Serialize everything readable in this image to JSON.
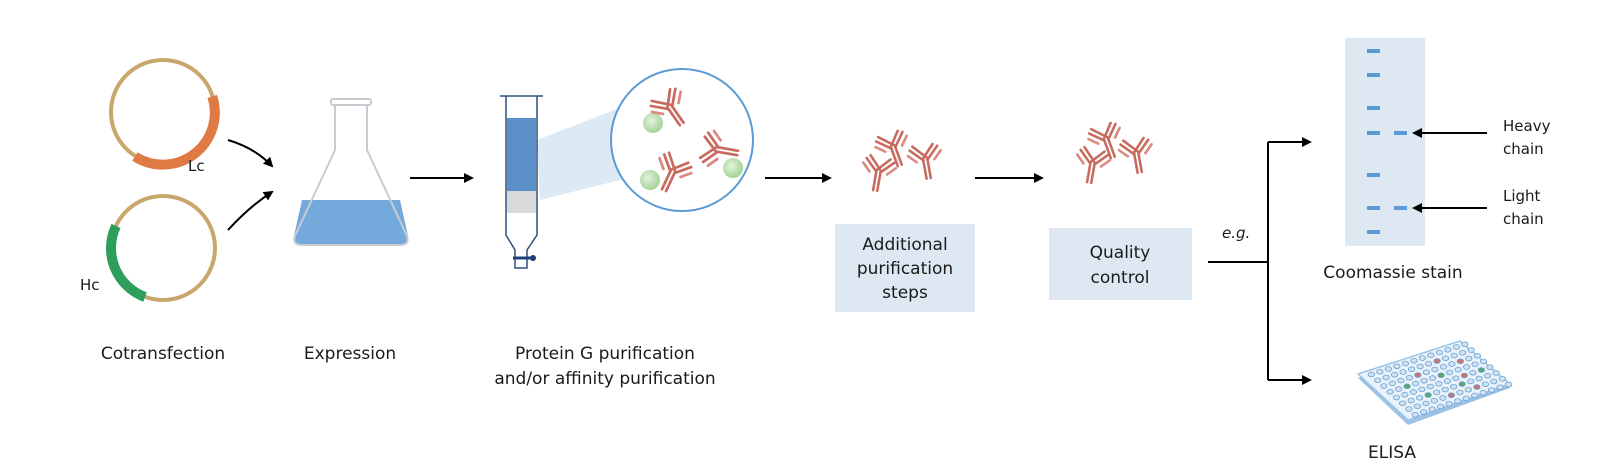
{
  "steps": {
    "cotransfection": "Cotransfection",
    "expression": "Expression",
    "protein_g_line1": "Protein G purification",
    "protein_g_line2": "and/or affinity purification",
    "additional_line1": "Additional",
    "additional_line2": "purification",
    "additional_line3": "steps",
    "qc_line1": "Quality",
    "qc_line2": "control",
    "eg": "e.g.",
    "coomassie": "Coomassie stain",
    "elisa": "ELISA"
  },
  "plasmids": {
    "lc": "Lc",
    "hc": "Hc"
  },
  "gel": {
    "heavy_line1": "Heavy",
    "heavy_line2": "chain",
    "light_line1": "Light",
    "light_line2": "chain"
  },
  "colors": {
    "plasmid": "#c9a66b",
    "lc": "#e07a45",
    "hc": "#2e9e5b",
    "liquid": "#5b9bd5",
    "antibody": "#c86a5e",
    "box": "#dde8f2",
    "bead": "#a9d59a"
  }
}
